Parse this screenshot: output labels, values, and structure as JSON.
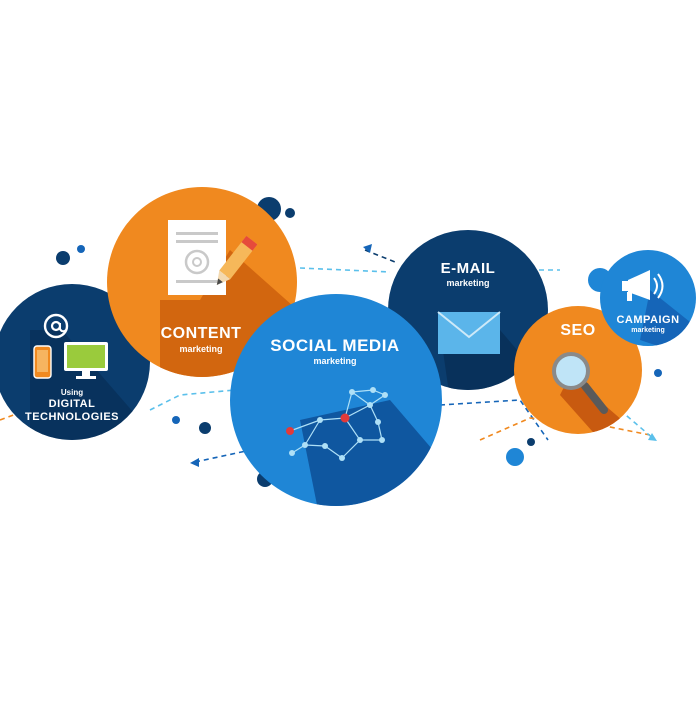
{
  "colors": {
    "dark_blue": "#0b3d6e",
    "mid_blue": "#1565b8",
    "light_blue": "#1f86d6",
    "orange": "#f0891f",
    "dark_orange": "#c85a10",
    "dots_light": "#5bc0eb",
    "dots_orange": "#f0891f"
  },
  "circles": {
    "digital": {
      "title": [
        "DIGITAL",
        "TECHNOLOGIES"
      ],
      "pre": "Using",
      "icon": "at-sign-icon"
    },
    "content": {
      "title": "CONTENT",
      "sub": "marketing",
      "icon": "document-pencil-icon"
    },
    "social": {
      "title": "SOCIAL MEDIA",
      "sub": "marketing",
      "icon": "network-icon"
    },
    "email": {
      "title": "E-MAIL",
      "sub": "marketing",
      "icon": "envelope-icon"
    },
    "seo": {
      "title": "SEO",
      "icon": "magnifier-icon"
    },
    "campaign": {
      "title": "CAMPAIGN",
      "sub": "marketing",
      "icon": "megaphone-icon"
    }
  }
}
